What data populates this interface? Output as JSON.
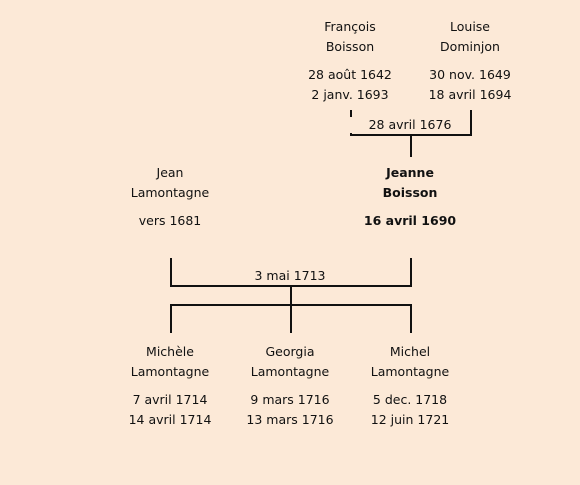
{
  "grandparents": {
    "father": {
      "first": "François",
      "last": "Boisson",
      "birth": "28 août 1642",
      "death": "2 janv. 1693"
    },
    "mother": {
      "first": "Louise",
      "last": "Dominjon",
      "birth": "30 nov. 1649",
      "death": "18 avril 1694"
    },
    "marriage": "28 avril 1676"
  },
  "parents": {
    "father": {
      "first": "Jean",
      "last": "Lamontagne",
      "birth": "vers 1681"
    },
    "mother": {
      "first": "Jeanne",
      "last": "Boisson",
      "birth": "16 avril 1690"
    },
    "marriage": "3 mai 1713"
  },
  "children": [
    {
      "first": "Michèle",
      "last": "Lamontagne",
      "birth": "7 avril 1714",
      "death": "14 avril 1714"
    },
    {
      "first": "Georgia",
      "last": "Lamontagne",
      "birth": "9 mars 1716",
      "death": "13 mars 1716"
    },
    {
      "first": "Michel",
      "last": "Lamontagne",
      "birth": "5 dec. 1718",
      "death": "12 juin 1721"
    }
  ]
}
